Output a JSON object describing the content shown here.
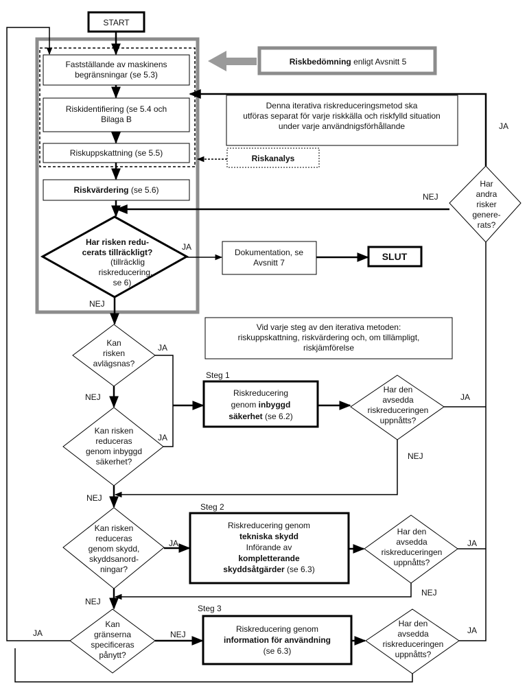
{
  "start": "START",
  "end": "SLUT",
  "header": {
    "bold": "Riskbedömning",
    "rest": " enligt Avsnitt 5"
  },
  "boxes": {
    "limits": [
      "Fastställande av maskinens",
      "begränsningar (se 5.3)"
    ],
    "ident": [
      "Riskidentifiering (se 5.4 och",
      "Bilaga B"
    ],
    "estimate": "Riskuppskattning (se 5.5)",
    "evaluation": {
      "bold": "Riskvärdering",
      "rest": " (se 5.6)"
    },
    "documentation": [
      "Dokumentation, se",
      "Avsnitt 7"
    ],
    "riskanalys": "Riskanalys"
  },
  "notes": {
    "iterative": [
      "Denna iterativa riskreduceringsmetod ska",
      "utföras separat för varje riskkälla och riskfylld situation",
      "under varje användnigsförhållande"
    ],
    "steps": [
      "Vid varje steg av den iterativa metoden:",
      "riskuppskattning, riskvärdering och, om tillämpligt,",
      "riskjämförelse"
    ]
  },
  "decisions": {
    "adequate": {
      "bold": [
        "Har risken redu-",
        "cerats tillräckligt?"
      ],
      "normal": [
        "(tillräcklig",
        "riskreducering,",
        "se 6)"
      ]
    },
    "other_risks": [
      "Har",
      "andra",
      "risker",
      "genere-",
      "rats?"
    ],
    "eliminate": [
      "Kan",
      "risken",
      "avlägsnas?"
    ],
    "inherent": [
      "Kan risken",
      "reduceras",
      "genom inbyggd",
      "säkerhet?"
    ],
    "guards": [
      "Kan risken",
      "reduceras",
      "genom skydd,",
      "skyddsanord-",
      "ningar?"
    ],
    "limits_again": [
      "Kan",
      "gränserna",
      "specificeras",
      "pånytt?"
    ],
    "achieved1": [
      "Har den",
      "avsedda",
      "riskreduceringen",
      "uppnåtts?"
    ],
    "achieved2": [
      "Har den",
      "avsedda",
      "riskreduceringen",
      "uppnåtts?"
    ],
    "achieved3": [
      "Har den",
      "avsedda",
      "riskreduceringen",
      "uppnåtts?"
    ]
  },
  "steps": {
    "s1": {
      "title": "Steg 1",
      "lines": [
        {
          "t": "Riskreducering",
          "b": false
        },
        {
          "t": "genom inbyggd",
          "b": "inbyggd"
        },
        {
          "t": "säkerhet (se 6.2)",
          "b": "säkerhet"
        }
      ]
    },
    "s2": {
      "title": "Steg 2",
      "lines": [
        {
          "t": "Riskreducering genom",
          "b": false
        },
        {
          "t": "tekniska skydd",
          "b": true
        },
        {
          "t": "Införande av",
          "b": false
        },
        {
          "t": "kompletterande",
          "b": true
        },
        {
          "t": "skyddsåtgärder (se 6.3)",
          "b": "skyddsåtgärder"
        }
      ]
    },
    "s3": {
      "title": "Steg 3",
      "lines": [
        {
          "t": "Riskreducering genom",
          "b": false
        },
        {
          "t": "information för användning",
          "b": true
        },
        {
          "t": "(se 6.3)",
          "b": false
        }
      ]
    }
  },
  "labels": {
    "yes": "JA",
    "no": "NEJ"
  }
}
